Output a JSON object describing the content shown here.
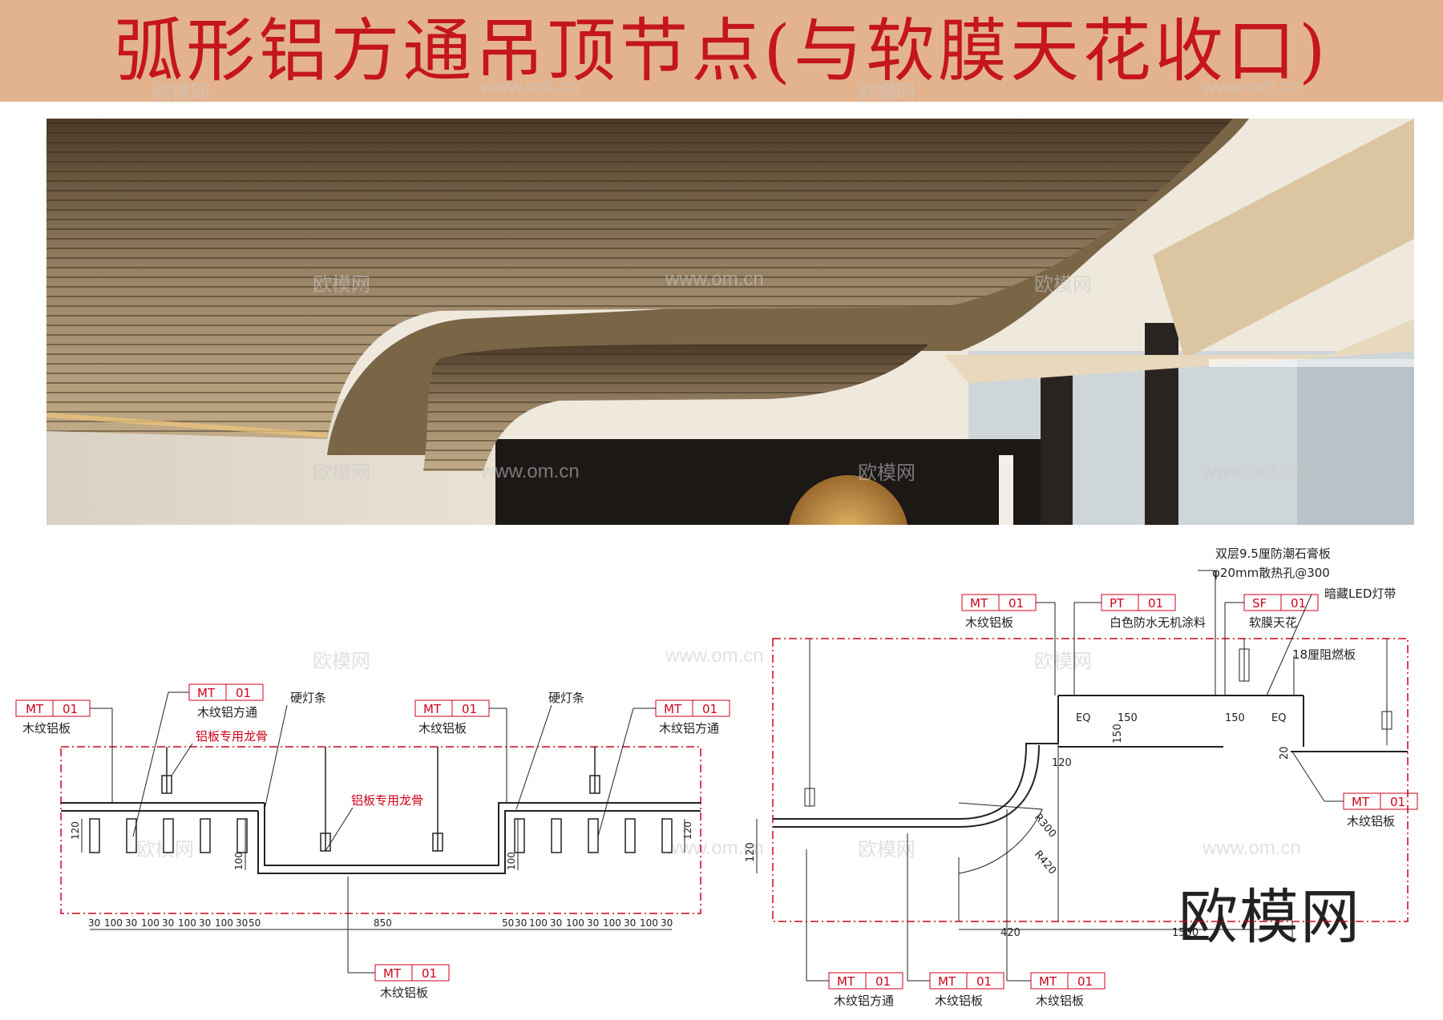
{
  "title": "弧形铝方通吊顶节点(与软膜天花收口)",
  "watermark": {
    "site": "www.om.cn",
    "brand": "欧模网"
  },
  "left_detail": {
    "tags": [
      {
        "code": "MT",
        "num": "01",
        "label": "木纹铝板"
      },
      {
        "code": "MT",
        "num": "01",
        "label": "木纹铝方通"
      },
      {
        "code": "MT",
        "num": "01",
        "label": "木纹铝板"
      },
      {
        "code": "MT",
        "num": "01",
        "label": "木纹铝方通"
      },
      {
        "code": "MT",
        "num": "01",
        "label": "木纹铝板"
      }
    ],
    "notes": [
      "铝板专用龙骨",
      "硬灯条",
      "铝板专用龙骨",
      "硬灯条"
    ],
    "dims_v": [
      "120",
      "100",
      "100",
      "120"
    ],
    "dims_left": [
      "30",
      "100",
      "30",
      "100",
      "30",
      "100",
      "30",
      "100",
      "30",
      "50"
    ],
    "dims_mid": "850",
    "dims_right": [
      "50",
      "30",
      "100",
      "30",
      "100",
      "30",
      "100",
      "30",
      "100",
      "30"
    ]
  },
  "right_detail": {
    "tags": [
      {
        "code": "MT",
        "num": "01",
        "label": "木纹铝板"
      },
      {
        "code": "PT",
        "num": "01",
        "label": "白色防水无机涂料"
      },
      {
        "code": "SF",
        "num": "01",
        "label": "软膜天花"
      },
      {
        "code": "MT",
        "num": "01",
        "label": "木纹铝板"
      },
      {
        "code": "MT",
        "num": "01",
        "label": "木纹铝方通"
      },
      {
        "code": "MT",
        "num": "01",
        "label": "木纹铝板"
      },
      {
        "code": "MT",
        "num": "01",
        "label": "木纹铝板"
      }
    ],
    "notes": [
      "双层9.5厘防潮石膏板",
      "φ20mm散热孔@300",
      "暗藏LED灯带",
      "18厘阻燃板"
    ],
    "dims": [
      "EQ",
      "150",
      "150",
      "150",
      "EQ",
      "120",
      "20",
      "R300",
      "R420",
      "120",
      "420",
      "1500"
    ]
  },
  "colors": {
    "title_bg": "#e3b38e",
    "title_text": "#c4161c",
    "red": "#d0021b",
    "line": "#222222"
  }
}
